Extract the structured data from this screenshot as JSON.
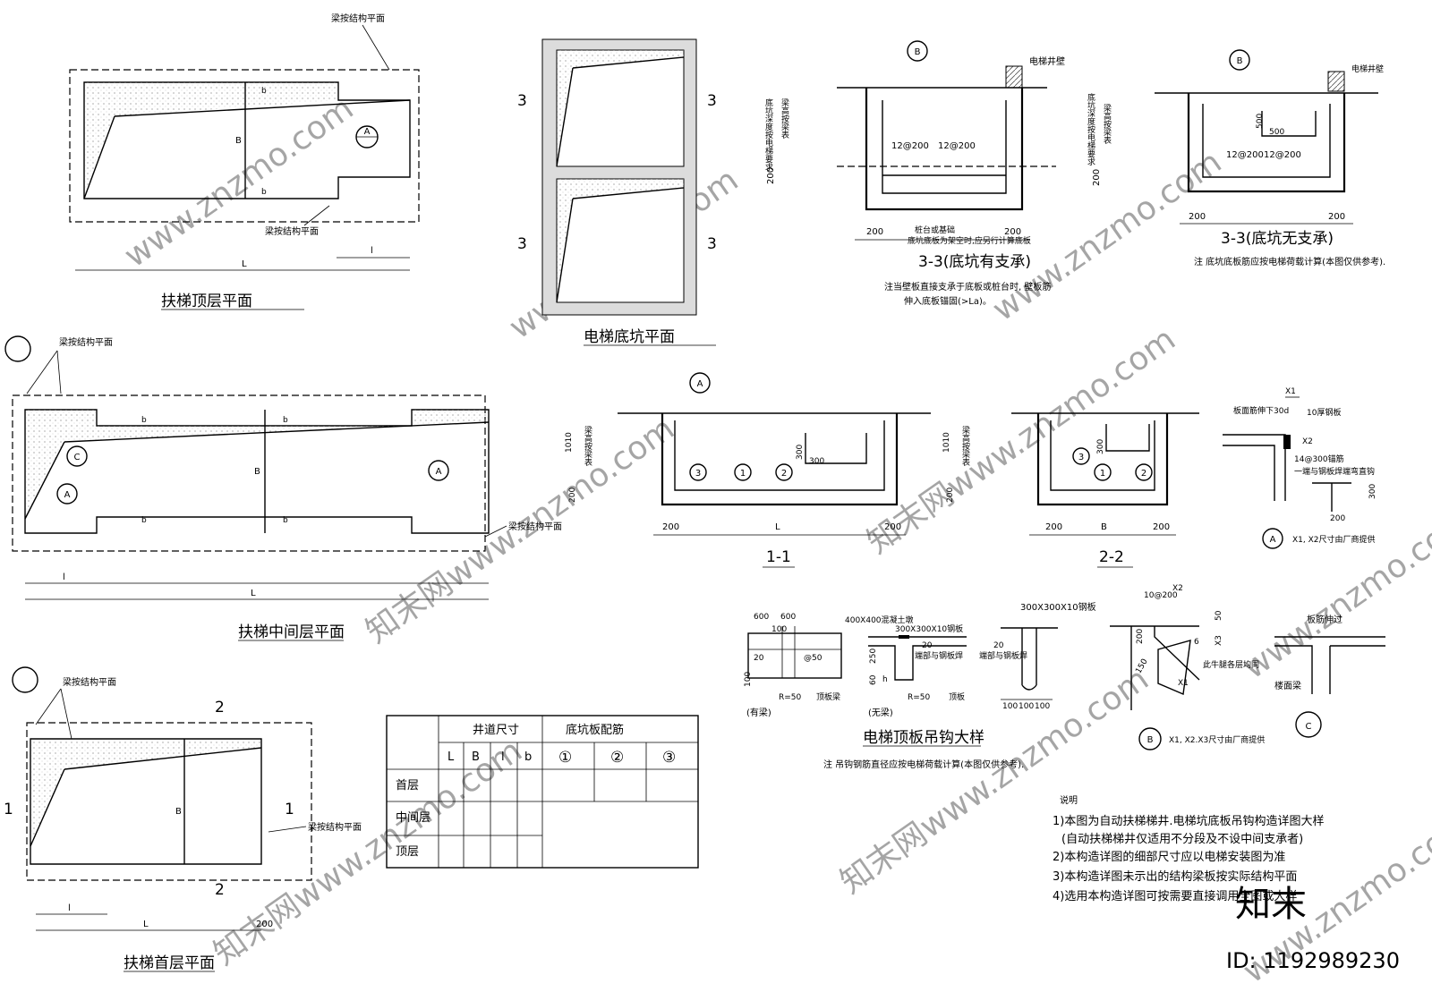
{
  "plan_top": {
    "title": "扶梯顶层平面",
    "beam_label_top": "梁按结构平面",
    "beam_label_bottom": "梁按结构平面",
    "dim_B": "B",
    "dim_b1": "b",
    "dim_b2": "b",
    "dim_l": "l",
    "dim_L": "L",
    "detail_A": "A"
  },
  "pit_plan": {
    "title": "电梯底坑平面",
    "section_marks": [
      "3",
      "3",
      "3",
      "3"
    ]
  },
  "section_33_supported": {
    "title": "3-3(底坑有支承)",
    "detail_B": "B",
    "wall_label": "电梯井壁",
    "vertical_label_1": "底坑深度按电梯要求",
    "vertical_label_2": "梁高按梁表",
    "rebar_1": "12@200",
    "rebar_2": "12@200",
    "dim_200_v": "200",
    "dim_200_l": "200",
    "dim_200_r": "200",
    "base_label": "桩台或基础",
    "base_note": "底坑底板为架空时,应另行计算底板",
    "note_line1": "注当壁板直接支承于底板或桩台时, 壁板筋",
    "note_line2": "伸入底板锚固(>La)。"
  },
  "section_33_unsupported": {
    "title": "3-3(底坑无支承)",
    "detail_B": "B",
    "wall_label": "电梯井壁",
    "vertical_label_1": "底坑深度按电梯要求",
    "vertical_label_2": "梁高按梁表",
    "dim_500_a": "500",
    "dim_500_b": "500",
    "rebar_1": "12@200",
    "rebar_2": "12@200",
    "dim_200_v": "200",
    "dim_200_l": "200",
    "dim_200_r": "200",
    "note": "注 底坑底板筋应按电梯荷载计算(本图仅供参考)."
  },
  "plan_mid": {
    "title": "扶梯中间层平面",
    "beam_label_top": "梁按结构平面",
    "beam_label_right": "梁按结构平面",
    "dim_B": "B",
    "dim_b": [
      "b",
      "b",
      "b",
      "b"
    ],
    "dim_l": "l",
    "dim_L": "L",
    "detail_A_left": "A",
    "detail_A_right": "A",
    "detail_C": "C"
  },
  "section_11": {
    "title": "1-1",
    "detail_A": "A",
    "vertical_label": "梁高按梁表",
    "dim_1010": "1010",
    "dim_200_v": "200",
    "dim_300_a": "300",
    "dim_300_b": "300",
    "marks": [
      "3",
      "1",
      "2"
    ],
    "dim_200_l": "200",
    "dim_L": "L",
    "dim_200_r": "200"
  },
  "section_22": {
    "title": "2-2",
    "vertical_label": "梁高按梁表",
    "dim_1010": "1010",
    "dim_200_v": "200",
    "dim_300": "300",
    "marks": [
      "3",
      "1",
      "2"
    ],
    "dim_200_l": "200",
    "dim_B": "B",
    "dim_200_r": "200"
  },
  "detail_A": {
    "label": "A",
    "x1": "X1",
    "x2": "X2",
    "rebar_note": "板面筋伸下30d",
    "plate_note": "10厚钢板",
    "anchor_note": "14@300锚筋",
    "weld_note": "一端与钢板焊端弯直钩",
    "dim_300": "300",
    "dim_200": "200",
    "caption": "X1, X2尺寸由厂商提供"
  },
  "hook_detail": {
    "title": "电梯顶板吊钩大样",
    "note": "注 吊钩钢筋直径应按电梯荷载计算(本图仅供参考).",
    "beam_case": {
      "label": "(有梁)",
      "dim_600_a": "600",
      "dim_600_b": "600",
      "dim_100": "100",
      "dim_20": "20",
      "spacing": "@50",
      "dim_100_v": "100",
      "radius": "R=50",
      "top_beam": "顶板梁"
    },
    "no_beam_case": {
      "label": "(无梁)",
      "pier": "400X400混凝土墩",
      "plate": "300X300X10钢板",
      "dim_20": "20",
      "weld": "端部与钢板焊",
      "dim_250": "250",
      "dim_60": "60",
      "dim_h": "h",
      "radius": "R=50",
      "top_beam": "顶板"
    },
    "side_case": {
      "plate": "300X300X10钢板",
      "dim_20": "20",
      "weld": "端部与钢板焊",
      "dims": [
        "100",
        "100",
        "100"
      ]
    }
  },
  "detail_B": {
    "label": "B",
    "rebar": "10@200",
    "x1": "X1",
    "x2": "X2",
    "x3": "X3",
    "dim_50": "50",
    "dim_200": "200",
    "dim_150": "150",
    "dim_6": "6",
    "note": "此牛腿各层均同",
    "caption": "X1, X2.X3尺寸由厂商提供"
  },
  "detail_C": {
    "label": "C",
    "rebar": "板筋伸过",
    "beam": "楼面梁"
  },
  "plan_ground": {
    "title": "扶梯首层平面",
    "beam_label_top": "梁按结构平面",
    "beam_label_right": "梁按结构平面",
    "dim_B": "B",
    "dim_l": "l",
    "dim_L": "L",
    "dim_200": "200",
    "marks": [
      "2",
      "1",
      "1",
      "2"
    ]
  },
  "table": {
    "group_1": "井道尺寸",
    "group_2": "底坑板配筋",
    "headers": [
      "L",
      "B",
      "l",
      "b",
      "①",
      "②",
      "③"
    ],
    "rows": [
      "首层",
      "中间层",
      "顶层"
    ]
  },
  "notes": {
    "title": "说明",
    "lines": [
      "1)本图为自动扶梯梯井.电梯坑底板吊钩构造详图大样",
      "(自动扶梯梯井仅适用不分段及不设中间支承者)",
      "2)本构造详图的细部尺寸应以电梯安装图为准",
      "3)本构造详图未示出的结构梁板按实际结构平面",
      "4)选用本构造详图可按需要直接调用全图或大样"
    ]
  },
  "watermarks": [
    "www.znzmo.com",
    "知末网www.znzmo.com"
  ],
  "brand": "知末",
  "id_text": "ID: 1192989230"
}
